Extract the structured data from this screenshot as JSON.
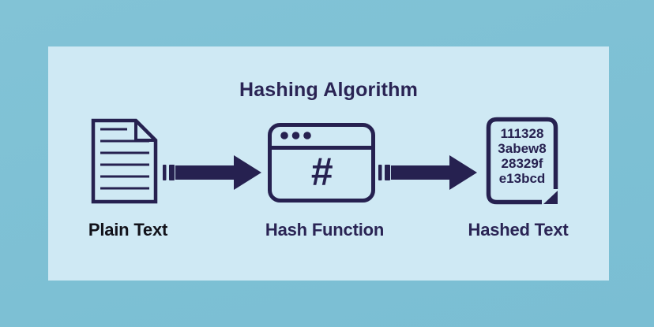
{
  "title": "Hashing Algorithm",
  "colors": {
    "outer_background": "#82c3d6",
    "panel_background": "#cfe9f4",
    "icon_navy": "#262150",
    "heading_navy": "#2a2454",
    "plain_label_dark": "#12121a"
  },
  "nodes": [
    {
      "label": "Plain Text",
      "icon": "plain-text-document-icon"
    },
    {
      "label": "Hash Function",
      "icon": "hash-function-window-icon",
      "symbol": "#"
    },
    {
      "label": "Hashed Text",
      "icon": "hashed-text-document-icon",
      "hash_lines": [
        "111328",
        "3abew8",
        "28329f",
        "e13bcd"
      ]
    }
  ]
}
